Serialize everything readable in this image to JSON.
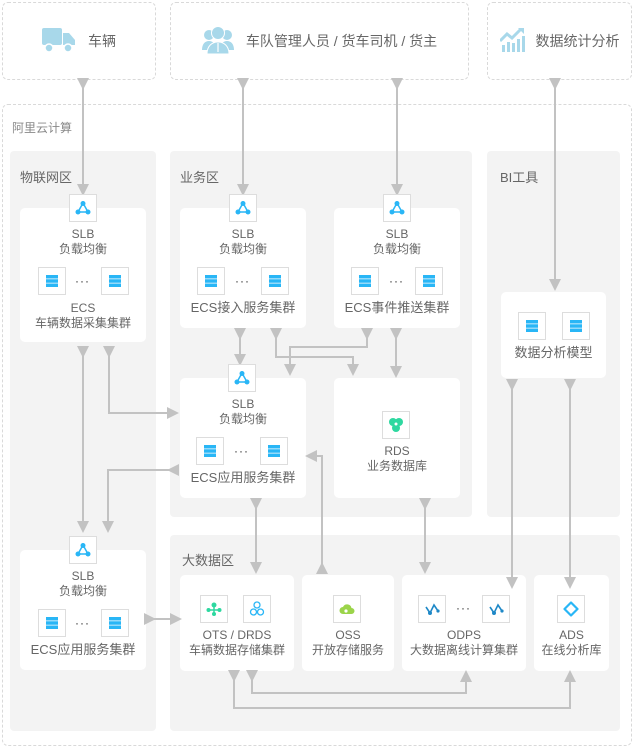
{
  "top": {
    "vehicle": {
      "label": "车辆",
      "icon": "truck-icon"
    },
    "users": {
      "label": "车队管理人员 / 货车司机 / 货主",
      "icon": "users-icon"
    },
    "analytics": {
      "label": "数据统计分析",
      "icon": "chart-trend-icon"
    }
  },
  "cloud": {
    "label": "阿里云计算"
  },
  "zones": {
    "iot": {
      "label": "物联网区"
    },
    "business": {
      "label": "业务区"
    },
    "bi": {
      "label": "BI工具"
    },
    "bigdata": {
      "label": "大数据区"
    }
  },
  "nodes": {
    "iot_slb": {
      "title": "SLB",
      "subtitle": "负载均衡"
    },
    "iot_ecs": {
      "title": "ECS",
      "subtitle": "车辆数据采集集群"
    },
    "biz_slb1": {
      "title": "SLB",
      "subtitle": "负载均衡"
    },
    "biz_ecs1": {
      "title": "ECS接入服务集群"
    },
    "biz_slb2": {
      "title": "SLB",
      "subtitle": "负载均衡"
    },
    "biz_ecs2": {
      "title": "ECS事件推送集群"
    },
    "biz_slb3": {
      "title": "SLB",
      "subtitle": "负载均衡"
    },
    "biz_ecs3": {
      "title": "ECS应用服务集群"
    },
    "rds": {
      "title": "RDS",
      "subtitle": "业务数据库"
    },
    "bi_model": {
      "title": "数据分析模型"
    },
    "low_slb": {
      "title": "SLB",
      "subtitle": "负载均衡"
    },
    "low_ecs": {
      "title": "ECS应用服务集群"
    },
    "ots": {
      "title": "OTS / DRDS",
      "subtitle": "车辆数据存储集群"
    },
    "oss": {
      "title": "OSS",
      "subtitle": "开放存储服务"
    },
    "odps": {
      "title": "ODPS",
      "subtitle": "大数据离线计算集群"
    },
    "ads": {
      "title": "ADS",
      "subtitle": "在线分析库"
    }
  },
  "ellipsis": "···",
  "colors": {
    "accent": "#29b6f6",
    "green": "#2ed8a0",
    "lime": "#9bd44a",
    "icon_light": "#a8d8ea",
    "line": "#c2c2c2"
  }
}
